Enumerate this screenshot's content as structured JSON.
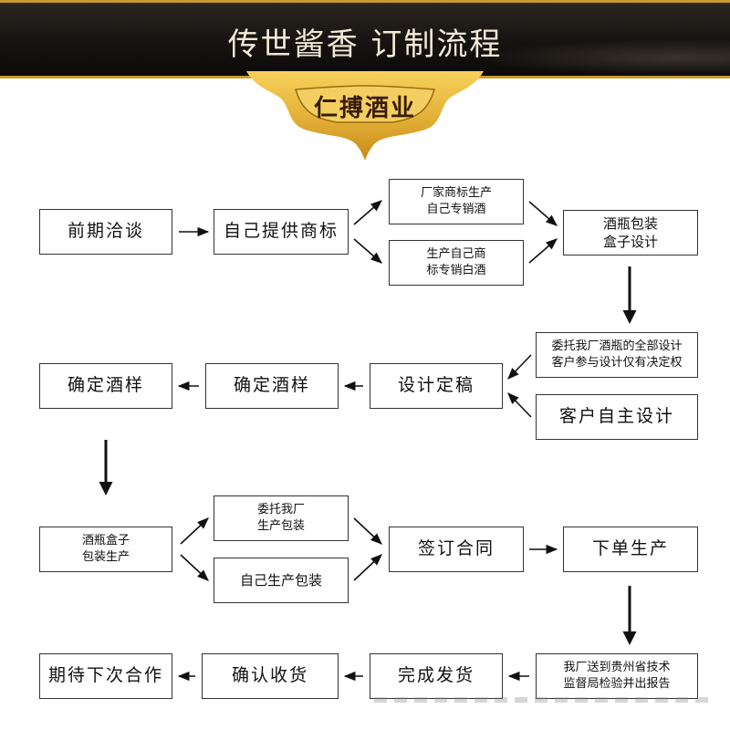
{
  "header": {
    "title": "传世酱香 订制流程",
    "brand": "仁搏酒业"
  },
  "colors": {
    "header_bg": "#14110f",
    "header_border": "#c79a2e",
    "badge_gold": "#e4b23a",
    "box_border": "#333333",
    "arrow": "#111111"
  },
  "flow": {
    "n01": "前期洽谈",
    "n02": "自己提供商标",
    "n03": "厂家商标生产\n自己专销酒",
    "n04": "生产自己商\n标专销白酒",
    "n05": "酒瓶包装\n盒子设计",
    "n06": "委托我厂酒瓶的全部设计\n客户参与设计仅有决定权",
    "n07": "客户自主设计",
    "n08": "设计定稿",
    "n09": "确定酒样",
    "n10": "确定酒样",
    "n11": "酒瓶盒子\n包装生产",
    "n12": "委托我厂\n生产包装",
    "n13": "自己生产包装",
    "n14": "签订合同",
    "n15": "下单生产",
    "n16": "我厂送到贵州省技术\n监督局检验并出报告",
    "n17": "完成发货",
    "n18": "确认收货",
    "n19": "期待下次合作"
  }
}
